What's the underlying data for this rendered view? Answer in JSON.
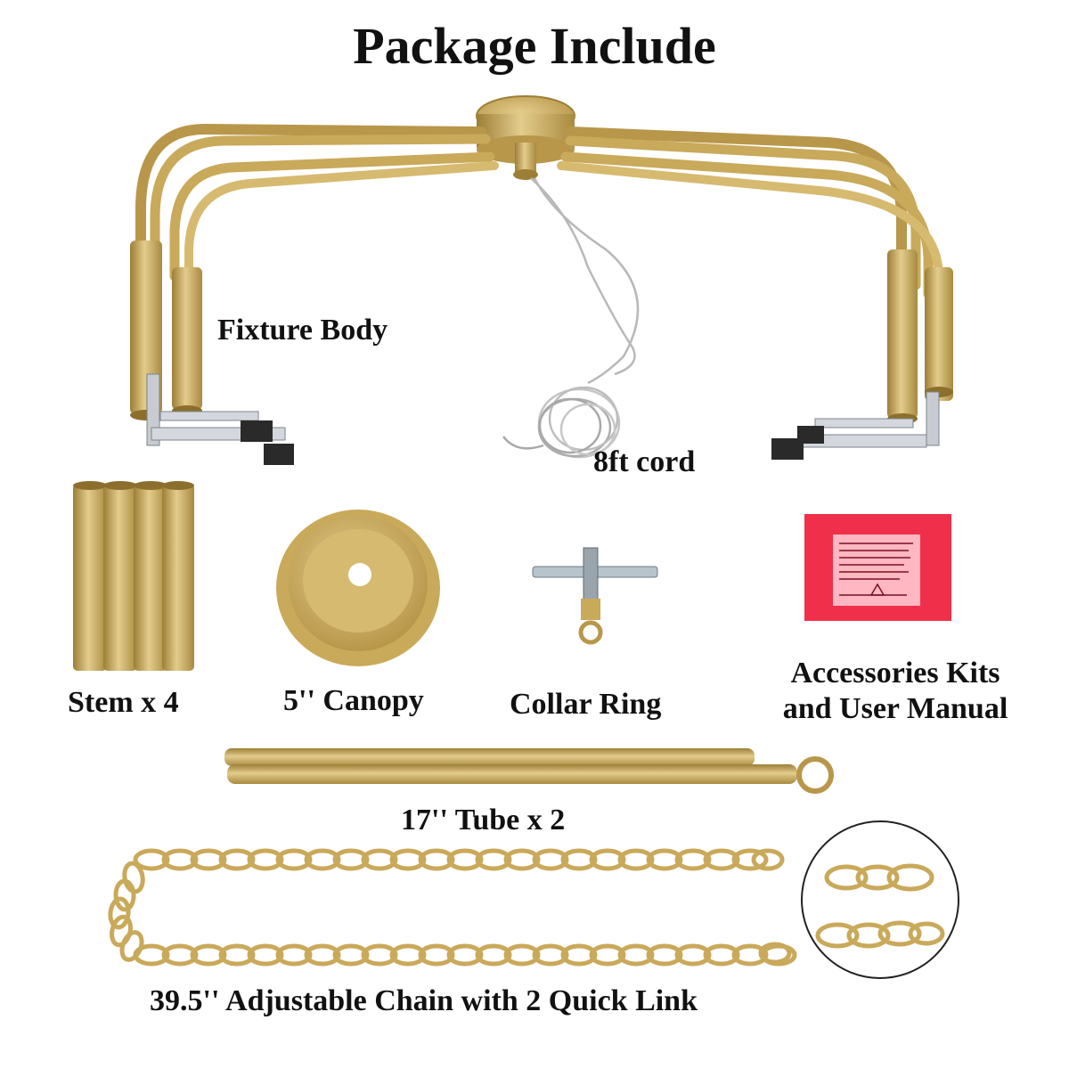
{
  "title": "Package Include",
  "labels": {
    "fixture_body": "Fixture Body",
    "cord": "8ft cord",
    "stem": "Stem x 4",
    "canopy": "5'' Canopy",
    "collar": "Collar Ring",
    "accessories_line1": "Accessories Kits",
    "accessories_line2": "and User Manual",
    "tube": "17'' Tube x 2",
    "chain": "39.5'' Adjustable Chain with 2 Quick Link"
  },
  "colors": {
    "brass": "#c9a95a",
    "brass_dark": "#9c7e36",
    "brass_light": "#e3cc8c",
    "manual_red": "#f0304a",
    "cord": "#b8b8b8",
    "text": "#111111"
  },
  "icons": [
    "fixture-body-icon",
    "cord-icon",
    "stem-icon",
    "canopy-icon",
    "collar-ring-icon",
    "manual-icon",
    "tube-icon",
    "chain-icon",
    "chain-detail-icon"
  ]
}
